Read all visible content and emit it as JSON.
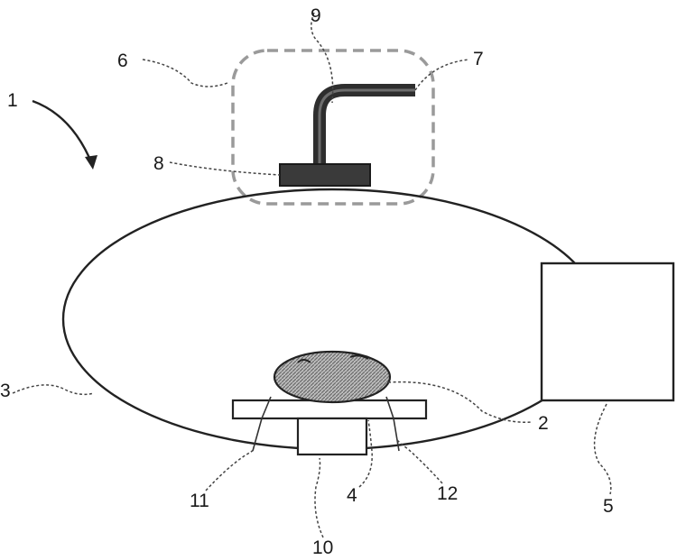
{
  "figure": {
    "reference_numerals": {
      "apparatus": "1",
      "workpiece": "2",
      "chamber": "3",
      "substrate": "4",
      "unit_box": "5",
      "dashed_region": "6",
      "tube": "7",
      "head": "8",
      "tube_point": "9",
      "base_support": "10",
      "cone_left_edge": "11",
      "cone_right_edge": "12"
    },
    "colors": {
      "line": "#222222",
      "dashed_box": "#9a9a9a",
      "hatched_body": "#8a8a8a",
      "head_block": "#3a3a3a"
    }
  }
}
